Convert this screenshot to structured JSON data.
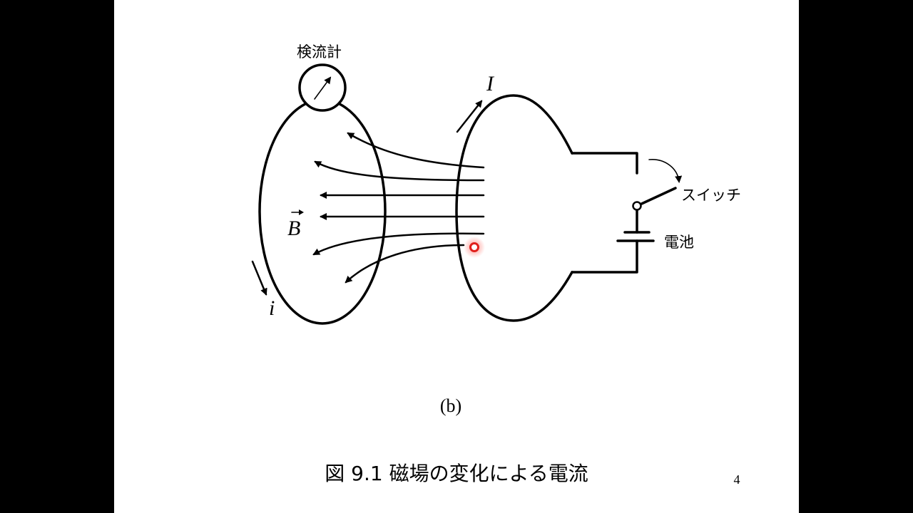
{
  "labels": {
    "galvanometer": "検流計",
    "current_primary": "I",
    "current_induced": "i",
    "field": "B",
    "switch": "スイッチ",
    "battery": "電池",
    "subfigure": "(b)"
  },
  "caption": "図 9.1 磁場の変化による電流",
  "page_number": "4",
  "colors": {
    "background_outer": "#000000",
    "slide": "#ffffff",
    "ink": "#000000",
    "pointer": "#e0201c"
  }
}
